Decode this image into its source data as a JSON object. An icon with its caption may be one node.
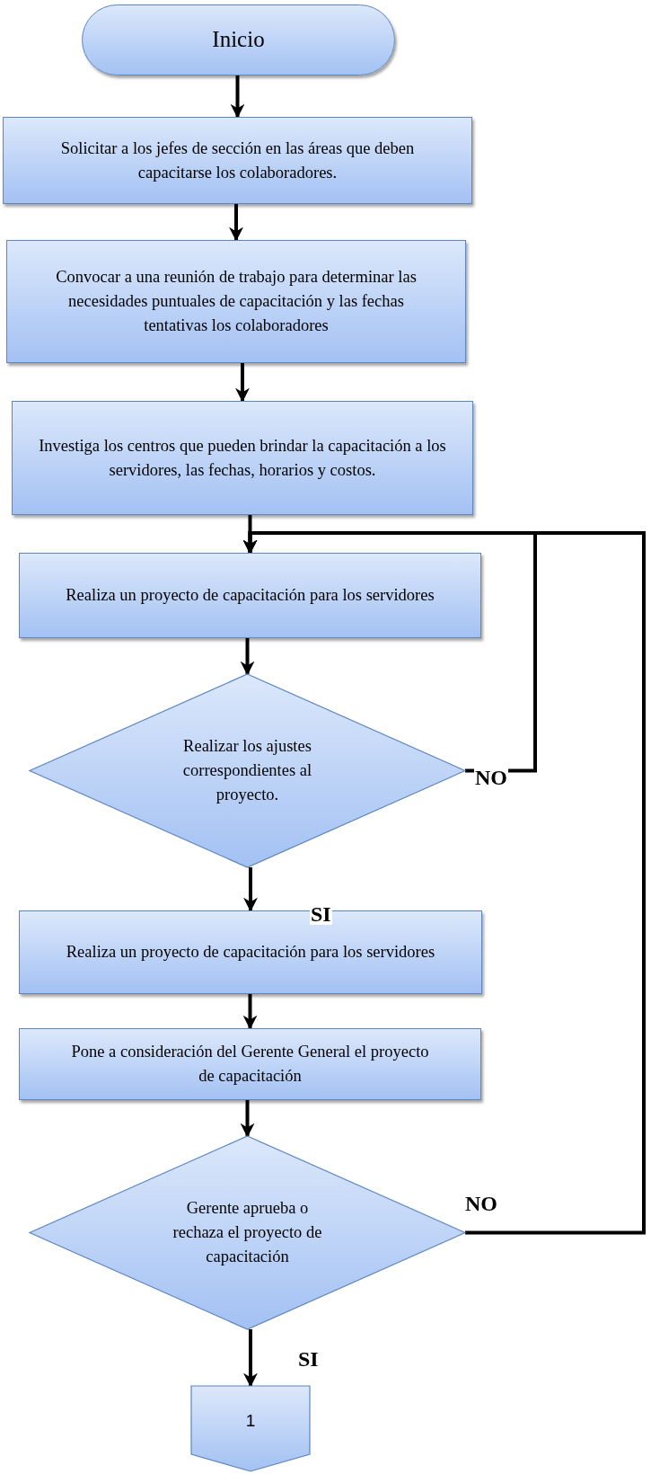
{
  "diagram": {
    "nodes": [
      {
        "text": [
          "Inicio"
        ]
      },
      {
        "text": [
          "Solicitar a los jefes de sección en las áreas que deben capacitarse los colaboradores."
        ]
      },
      {
        "text": [
          "Convocar a una reunión de trabajo para determinar las necesidades puntuales de capacitación y las fechas tentativas los colaboradores"
        ]
      },
      {
        "text": [
          "Investiga los centros que pueden brindar la capacitación a los servidores, las fechas, horarios y costos."
        ]
      },
      {
        "text": [
          "Realiza un proyecto de capacitación para los servidores"
        ]
      },
      {
        "text": [
          "Realizar los ajustes correspondientes al proyecto."
        ]
      },
      {
        "text": [
          "Realiza un proyecto de capacitación para los servidores"
        ]
      },
      {
        "text": [
          "Pone a consideración del Gerente General el proyecto de capacitación"
        ]
      },
      {
        "text": [
          "Gerente aprueba o rechaza el proyecto de capacitación"
        ]
      },
      {
        "text": [
          "1"
        ]
      }
    ],
    "edges": [
      {
        "from": 0,
        "to": 1,
        "arrow": "to"
      },
      {
        "from": 1,
        "to": 2,
        "arrow": "to"
      },
      {
        "from": 2,
        "to": 3,
        "arrow": "to"
      },
      {
        "from": 3,
        "to": 4,
        "arrow": "to"
      },
      {
        "from": 4,
        "to": 5,
        "arrow": "to"
      },
      {
        "from": 5,
        "to": 6,
        "arrow": "to",
        "label": "SI"
      },
      {
        "from": 6,
        "to": 7,
        "arrow": "to"
      },
      {
        "from": 7,
        "to": 8,
        "arrow": "to"
      },
      {
        "from": 8,
        "to": 9,
        "arrow": "to",
        "label": "SI"
      },
      {
        "from": 5,
        "to": 4,
        "arrow": "to",
        "label": "NO"
      },
      {
        "from": 8,
        "to": 4,
        "arrow": "to",
        "label": "NO"
      }
    ]
  }
}
